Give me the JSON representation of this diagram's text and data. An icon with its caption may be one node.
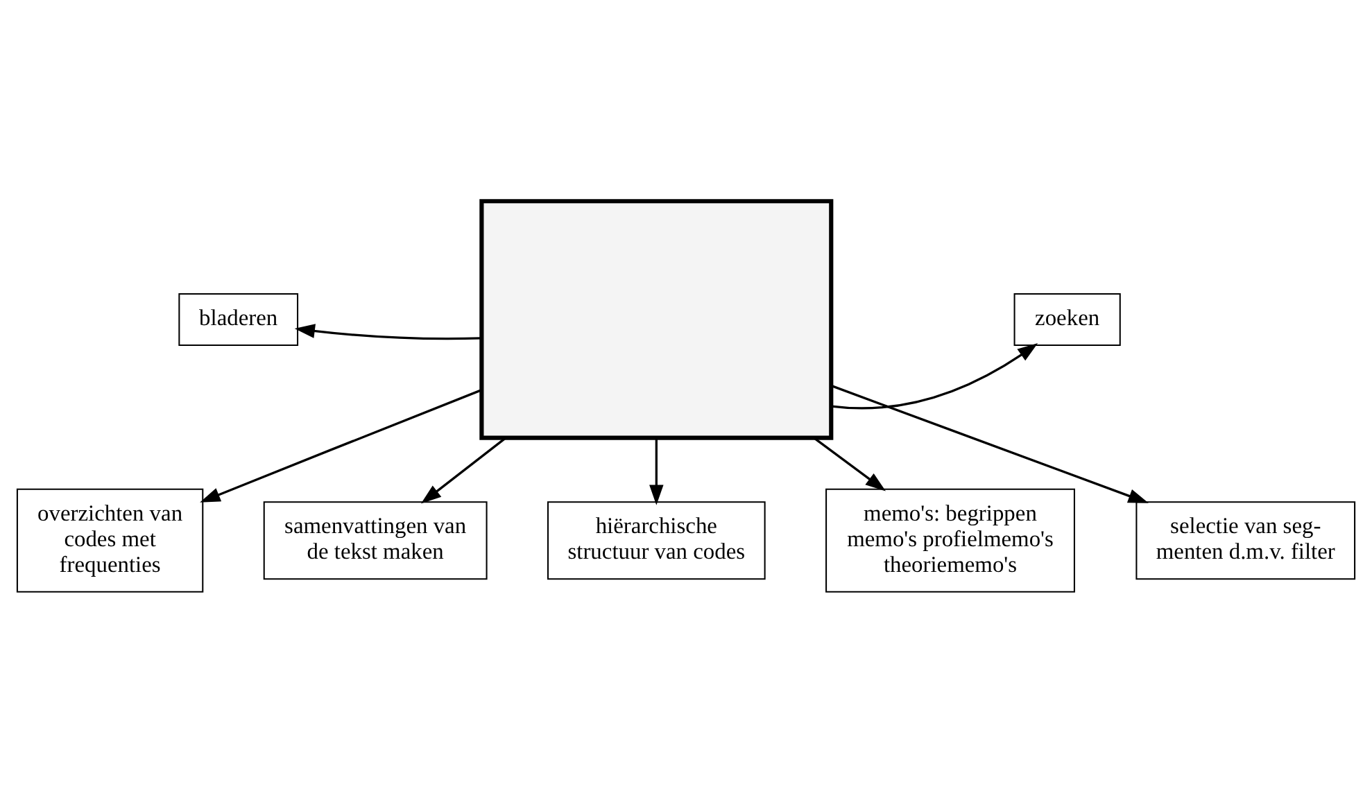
{
  "diagram": {
    "nodes": [
      {
        "text": [],
        "shape": "box"
      },
      {
        "text": [
          "bladeren"
        ]
      },
      {
        "text": [
          "zoeken"
        ]
      },
      {
        "text": [
          "overzichten van codes met frequenties"
        ]
      },
      {
        "text": [
          "samenvattingen van de tekst maken"
        ]
      },
      {
        "text": [
          "hiërarchische structuur van codes"
        ]
      },
      {
        "text": [
          "memo's: begrippen memo's profielmemo's theoriememo's"
        ]
      },
      {
        "text": [
          "selectie van seg- menten d.m.v. filter"
        ]
      }
    ],
    "edges": [
      {
        "from": 0,
        "to": 1,
        "arrow": "to"
      },
      {
        "from": 0,
        "to": 2,
        "arrow": "to"
      },
      {
        "from": 0,
        "to": 3,
        "arrow": "to"
      },
      {
        "from": 0,
        "to": 4,
        "arrow": "to"
      },
      {
        "from": 0,
        "to": 5,
        "arrow": "to"
      },
      {
        "from": 0,
        "to": 6,
        "arrow": "to"
      },
      {
        "from": 0,
        "to": 7,
        "arrow": "to"
      }
    ]
  }
}
